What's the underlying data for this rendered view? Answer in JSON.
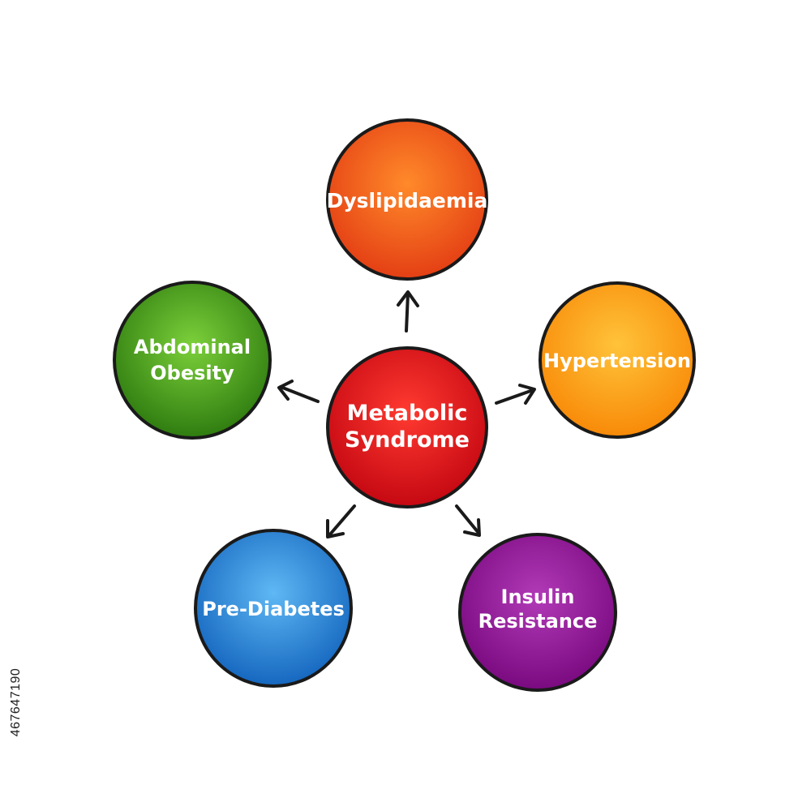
{
  "diagram": {
    "center": {
      "line1": "Metabolic",
      "line2": "Syndrome",
      "color": "#d8101c"
    },
    "nodes": {
      "dyslipidaemia": {
        "line1": "Dyslipidaemia",
        "color": "#f0541a"
      },
      "hypertension": {
        "line1": "Hypertension",
        "color": "#fb960e"
      },
      "insulin": {
        "line1": "Insulin",
        "line2": "Resistance",
        "color": "#8f1490"
      },
      "prediabetes": {
        "line1": "Pre-Diabetes",
        "color": "#1d7ccd"
      },
      "abdominal": {
        "line1": "Abdominal",
        "line2": "Obesity",
        "color": "#3f9418"
      }
    }
  },
  "stock_id": "467647190"
}
